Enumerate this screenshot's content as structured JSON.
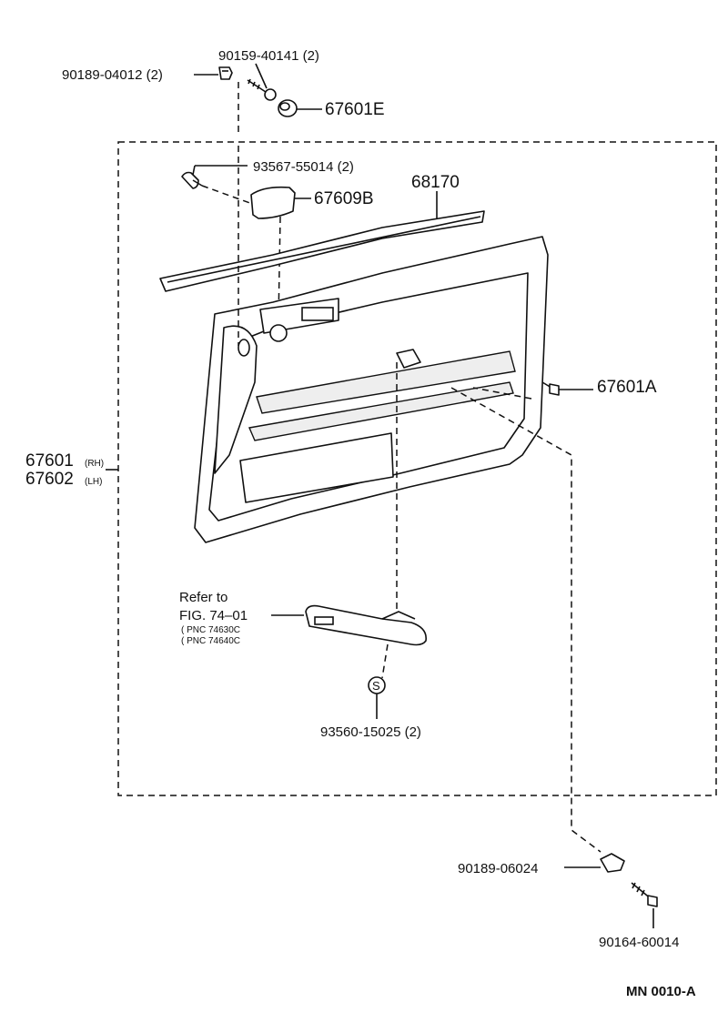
{
  "labels": {
    "p90159": "90159-40141 (2)",
    "p90189a": "90189-04012 (2)",
    "p67601e": "67601E",
    "p93567": "93567-55014 (2)",
    "p68170": "68170",
    "p67609b": "67609B",
    "p67601a": "67601A",
    "p67601": "67601",
    "p67601_rh": "(RH)",
    "p67602": "67602",
    "p67602_lh": "(LH)",
    "refer_to": "Refer to",
    "fig": "FIG. 74–01",
    "pnc1": "( PNC 74630C",
    "pnc2": "( PNC 74640C",
    "p93560": "93560-15025 (2)",
    "s_mark": "S",
    "p90189b": "90189-06024",
    "p90164": "90164-60014",
    "code": "MN  0010-A"
  }
}
